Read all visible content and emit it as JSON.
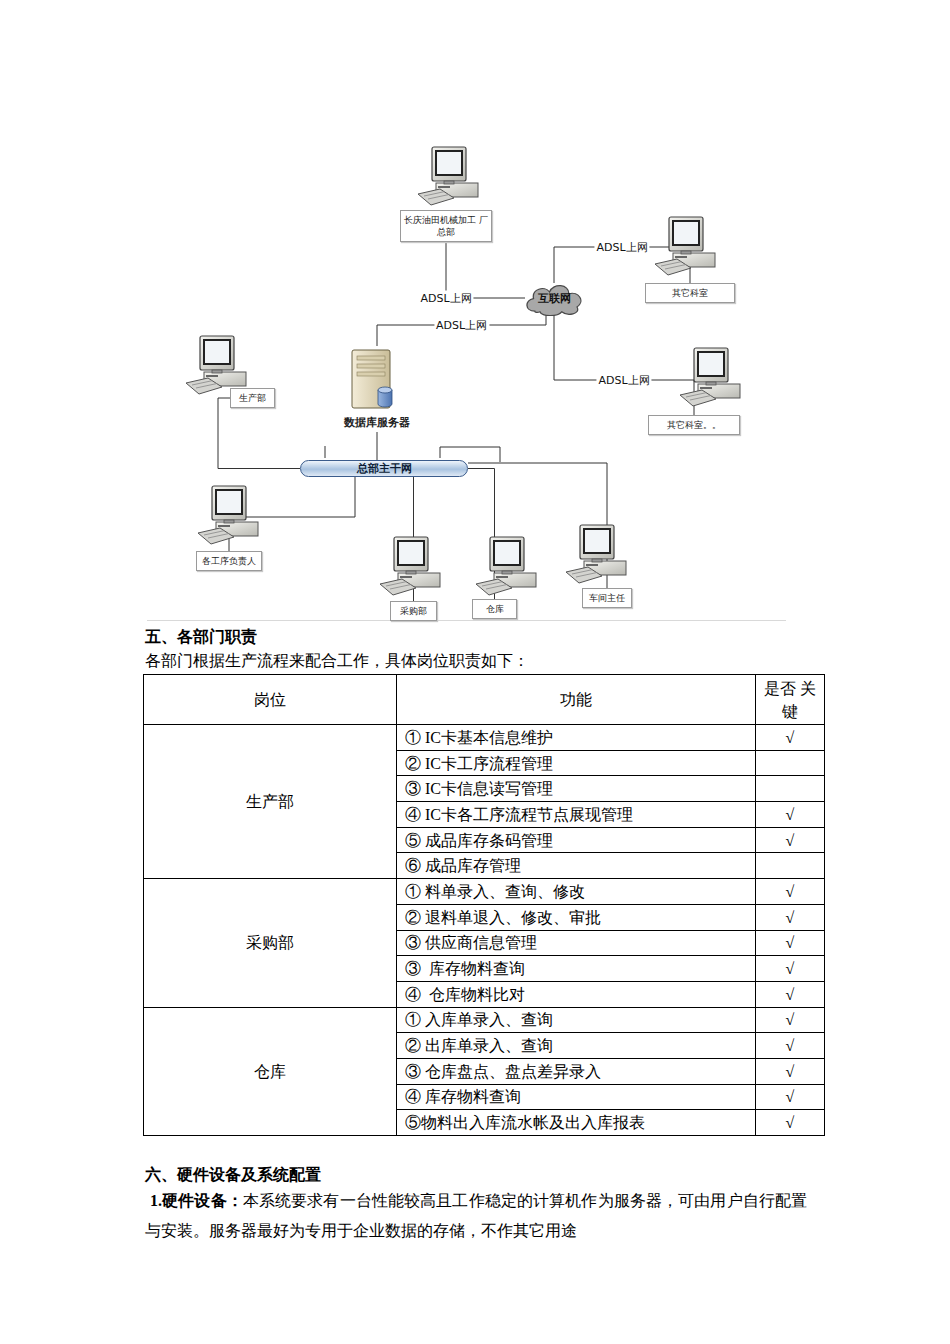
{
  "diagram": {
    "nodes": [
      {
        "text": [
          "长庆油田机械加工 厂总部"
        ]
      },
      {
        "text": [
          "互联网"
        ]
      },
      {
        "text": [
          "其它科室"
        ]
      },
      {
        "text": [
          "其它科室。。"
        ]
      },
      {
        "text": [
          "生产部"
        ]
      },
      {
        "text": [
          "数据库服务器"
        ]
      },
      {
        "text": [
          "总部主干网"
        ]
      },
      {
        "text": [
          "各工序负责人"
        ]
      },
      {
        "text": [
          "采购部"
        ]
      },
      {
        "text": [
          "仓库"
        ]
      },
      {
        "text": [
          "车间主任"
        ]
      }
    ],
    "edges": [
      {
        "from": 0,
        "to": 1,
        "label": "ADSL上网",
        "arrow": "none"
      },
      {
        "from": 5,
        "to": 1,
        "label": "ADSL上网",
        "arrow": "none"
      },
      {
        "from": 1,
        "to": 2,
        "label": "ADSL上网",
        "arrow": "none"
      },
      {
        "from": 1,
        "to": 3,
        "label": "ADSL上网",
        "arrow": "none"
      },
      {
        "from": 4,
        "to": 6,
        "arrow": "none"
      },
      {
        "from": 5,
        "to": 6,
        "arrow": "none"
      },
      {
        "from": 7,
        "to": 6,
        "arrow": "none"
      },
      {
        "from": 8,
        "to": 6,
        "arrow": "none"
      },
      {
        "from": 9,
        "to": 6,
        "arrow": "none"
      },
      {
        "from": 10,
        "to": 6,
        "arrow": "none"
      }
    ],
    "labels": [
      "五、各部门职责",
      "各部门根据生产流程来配合工作，具体岗位职责如下：",
      "岗位",
      "功能",
      "是否 关键",
      "生产部",
      "① IC卡基本信息维护",
      "√",
      "② IC卡工序流程管理",
      "③ IC卡信息读写管理",
      "④ IC卡各工序流程节点展现管理",
      "√",
      "⑤ 成品库存条码管理",
      "√",
      "⑥ 成品库存管理",
      "采购部",
      "① 料单录入、查询、修改",
      "√",
      "② 退料单退入、修改、审批",
      "√",
      "③ 供应商信息管理",
      "√",
      "③  库存物料查询",
      "√",
      "④  仓库物料比对",
      "√",
      "仓库",
      "① 入库单录入、查询",
      "√",
      "② 出库单录入、查询",
      "√",
      "③ 仓库盘点、盘点差异录入",
      "√",
      "④ 库存物料查询",
      "√",
      "⑤物料出入库流水帐及出入库报表",
      "√",
      "六、硬件设备及系统配置",
      "1.硬件设备：",
      "本系统要求有一台性能较高且工作稳定的计算机作为服务器，可由用户自行配置与安装。服务器最好为专用于企业数据的存储，不作其它用途"
    ]
  }
}
